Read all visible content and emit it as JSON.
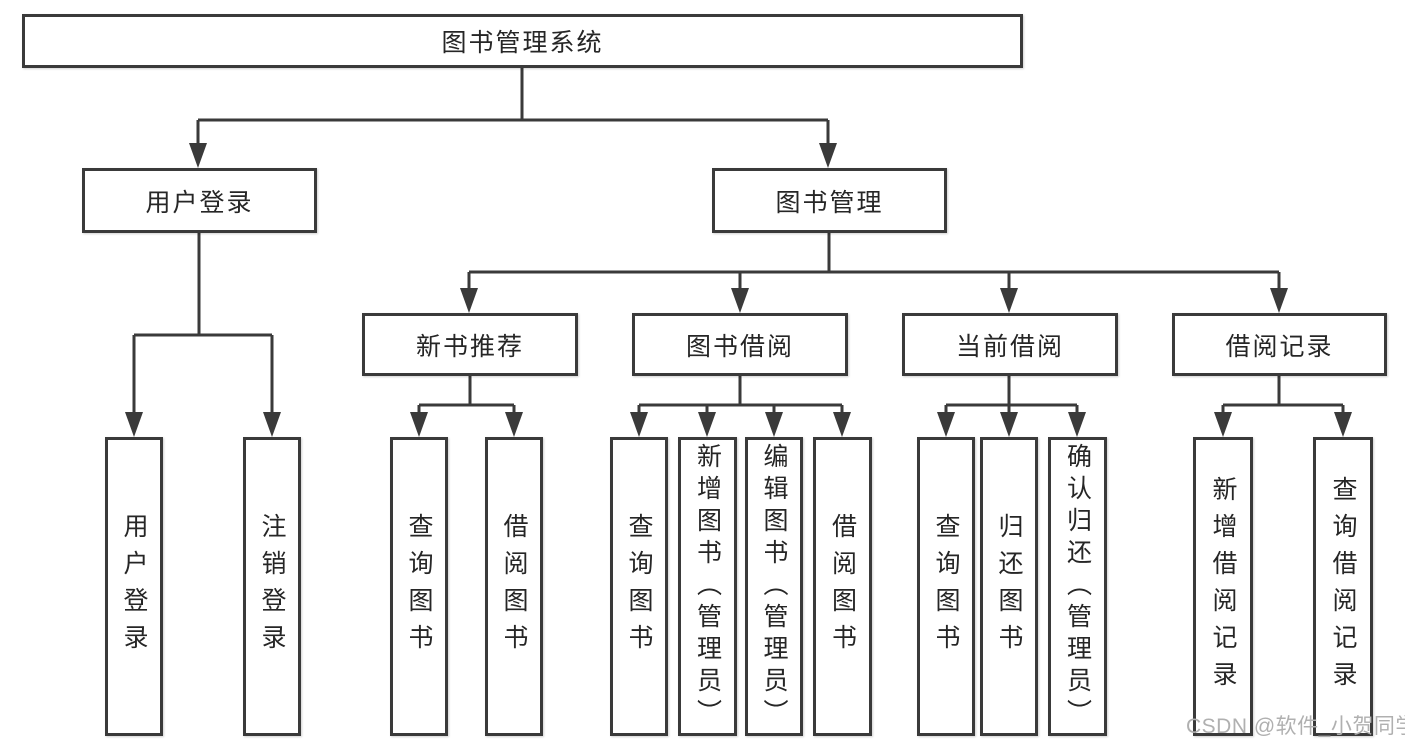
{
  "diagram": {
    "type": "hierarchy-tree",
    "hierarchy": {
      "图书管理系统": {
        "用户登录": [
          "用户登录",
          "注销登录"
        ],
        "图书管理": {
          "新书推荐": [
            "查询图书",
            "借阅图书"
          ],
          "图书借阅": [
            "查询图书",
            "新增图书（管理员）",
            "编辑图书（管理员）",
            "借阅图书"
          ],
          "当前借阅": [
            "查询图书",
            "归还图书",
            "确认归还（管理员）"
          ],
          "借阅记录": [
            "新增借阅记录",
            "查询借阅记录"
          ]
        }
      }
    }
  },
  "nodes": {
    "root": {
      "label": "图书管理系统"
    },
    "user_login": {
      "label": "用户登录"
    },
    "book_mgmt": {
      "label": "图书管理"
    },
    "new_book_rec": {
      "label": "新书推荐"
    },
    "book_borrow": {
      "label": "图书借阅"
    },
    "current_borrow": {
      "label": "当前借阅"
    },
    "borrow_records": {
      "label": "借阅记录"
    },
    "leaf_user_login": {
      "label": "用户登录"
    },
    "leaf_logout": {
      "label": "注销登录"
    },
    "leaf_nbr_query": {
      "label": "查询图书"
    },
    "leaf_nbr_borrow": {
      "label": "借阅图书"
    },
    "leaf_bb_query": {
      "label": "查询图书"
    },
    "leaf_bb_add": {
      "label": "新增图书（管理员）"
    },
    "leaf_bb_edit": {
      "label": "编辑图书（管理员）"
    },
    "leaf_bb_borrow": {
      "label": "借阅图书"
    },
    "leaf_cb_query": {
      "label": "查询图书"
    },
    "leaf_cb_return": {
      "label": "归还图书"
    },
    "leaf_cb_confirm": {
      "label": "确认归还（管理员）"
    },
    "leaf_br_add": {
      "label": "新增借阅记录"
    },
    "leaf_br_query": {
      "label": "查询借阅记录"
    }
  },
  "watermark": {
    "text": "CSDN @软件_小贺同学",
    "color": "#b0b0b0"
  },
  "colors": {
    "line": "#3a3a3a",
    "border": "#3a3a3a",
    "text": "#262626",
    "background": "#ffffff",
    "watermark": "#b0b0b0"
  }
}
